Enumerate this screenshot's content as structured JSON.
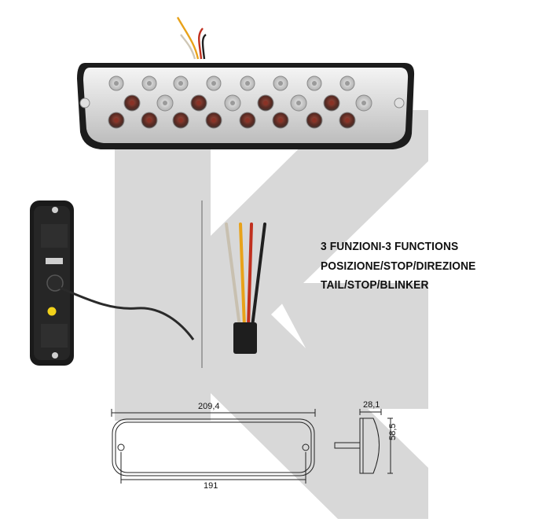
{
  "functions": {
    "line1": "3 FUNZIONI-3 FUNCTIONS",
    "line2": "POSIZIONE/STOP/DIREZIONE",
    "line3": "TAIL/STOP/BLINKER"
  },
  "dimensions": {
    "overall_width": "209,4",
    "mounting_distance": "191",
    "depth": "28,1",
    "height": "58,5"
  },
  "wire_colors": [
    "#c8c0b0",
    "#e8a21a",
    "#c0301f",
    "#202020"
  ],
  "watermark_color": "#d6d6d6",
  "led_color": "#7a2a22"
}
